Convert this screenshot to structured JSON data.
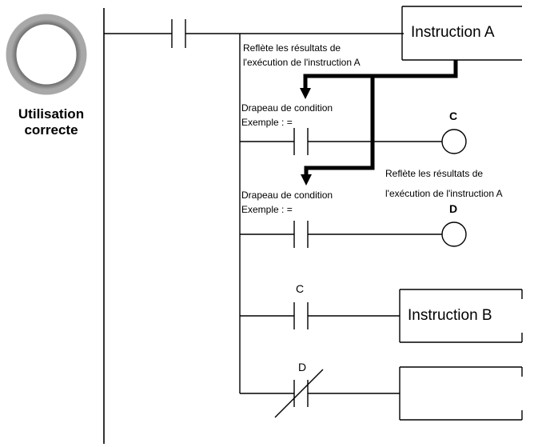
{
  "legend": {
    "status": "Utilisation correcte",
    "line1": "Utilisation",
    "line2": "correcte"
  },
  "instructions": {
    "a": "Instruction A",
    "b": "Instruction B"
  },
  "notes": {
    "reflect_1_line1": "Reflète les résultats de",
    "reflect_1_line2": "l'exécution de l'instruction A",
    "reflect_2_line1": "Reflète les résultats de",
    "reflect_2_line2": "l'exécution de l'instruction A",
    "flag_1_line1": "Drapeau de condition",
    "flag_1_line2": "Exemple : =",
    "flag_2_line1": "Drapeau de condition",
    "flag_2_line2": "Exemple : ="
  },
  "coils": {
    "c": "C",
    "d": "D"
  },
  "contacts": {
    "c": "C",
    "d": "D"
  },
  "colors": {
    "line": "#000000",
    "mark_ring": "#9a9a9a",
    "background": "#ffffff"
  }
}
